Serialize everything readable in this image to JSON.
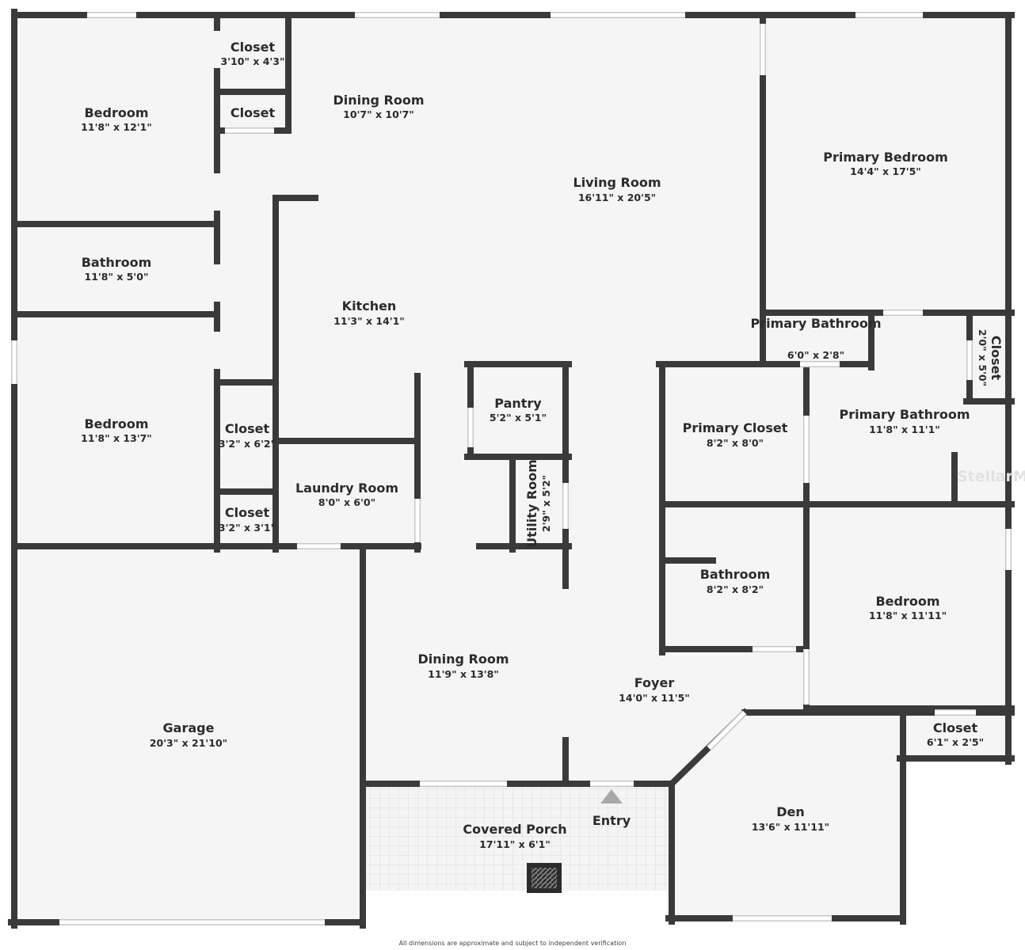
{
  "colors": {
    "wall": "#3a3a3a",
    "floor": "#f5f5f5",
    "window": "#ffffff",
    "porch_tile": "#e4e4e4"
  },
  "rooms": [
    {
      "name": "Bedroom",
      "dim": "11'8\" x 12'1\""
    },
    {
      "name": "Closet",
      "dim": "3'10\" x 4'3\""
    },
    {
      "name": "Closet",
      "dim": ""
    },
    {
      "name": "Dining Room",
      "dim": "10'7\" x 10'7\""
    },
    {
      "name": "Living Room",
      "dim": "16'11\" x 20'5\""
    },
    {
      "name": "Primary Bedroom",
      "dim": "14'4\" x 17'5\""
    },
    {
      "name": "Bathroom",
      "dim": "11'8\" x 5'0\""
    },
    {
      "name": "Kitchen",
      "dim": "11'3\" x 14'1\""
    },
    {
      "name": "Bedroom",
      "dim": "11'8\" x 13'7\""
    },
    {
      "name": "Closet",
      "dim": "3'2\" x 6'2\""
    },
    {
      "name": "Closet",
      "dim": "3'2\" x 3'1\""
    },
    {
      "name": "Laundry Room",
      "dim": "8'0\" x 6'0\""
    },
    {
      "name": "Pantry",
      "dim": "5'2\" x 5'1\""
    },
    {
      "name": "Utility Room",
      "dim": "2'9\" x 5'2\""
    },
    {
      "name": "Primary Bathroom",
      "dim": "6'0\" x 2'8\""
    },
    {
      "name": "Closet",
      "dim": "2'0\" x 5'0\""
    },
    {
      "name": "Primary Closet",
      "dim": "8'2\" x 8'0\""
    },
    {
      "name": "Primary Bathroom",
      "dim": "11'8\" x 11'1\""
    },
    {
      "name": "Bathroom",
      "dim": "8'2\" x 8'2\""
    },
    {
      "name": "Bedroom",
      "dim": "11'8\" x 11'11\""
    },
    {
      "name": "Dining Room",
      "dim": "11'9\" x 13'8\""
    },
    {
      "name": "Foyer",
      "dim": "14'0\" x 11'5\""
    },
    {
      "name": "Garage",
      "dim": "20'3\" x 21'10\""
    },
    {
      "name": "Closet",
      "dim": "6'1\" x 2'5\""
    },
    {
      "name": "Covered Porch",
      "dim": "17'11\" x 6'1\""
    },
    {
      "name": "Entry",
      "dim": ""
    },
    {
      "name": "Den",
      "dim": "13'6\" x 11'11\""
    }
  ],
  "watermark": "StellarMLS",
  "footer": "All dimensions are approximate and subject to independent verification"
}
